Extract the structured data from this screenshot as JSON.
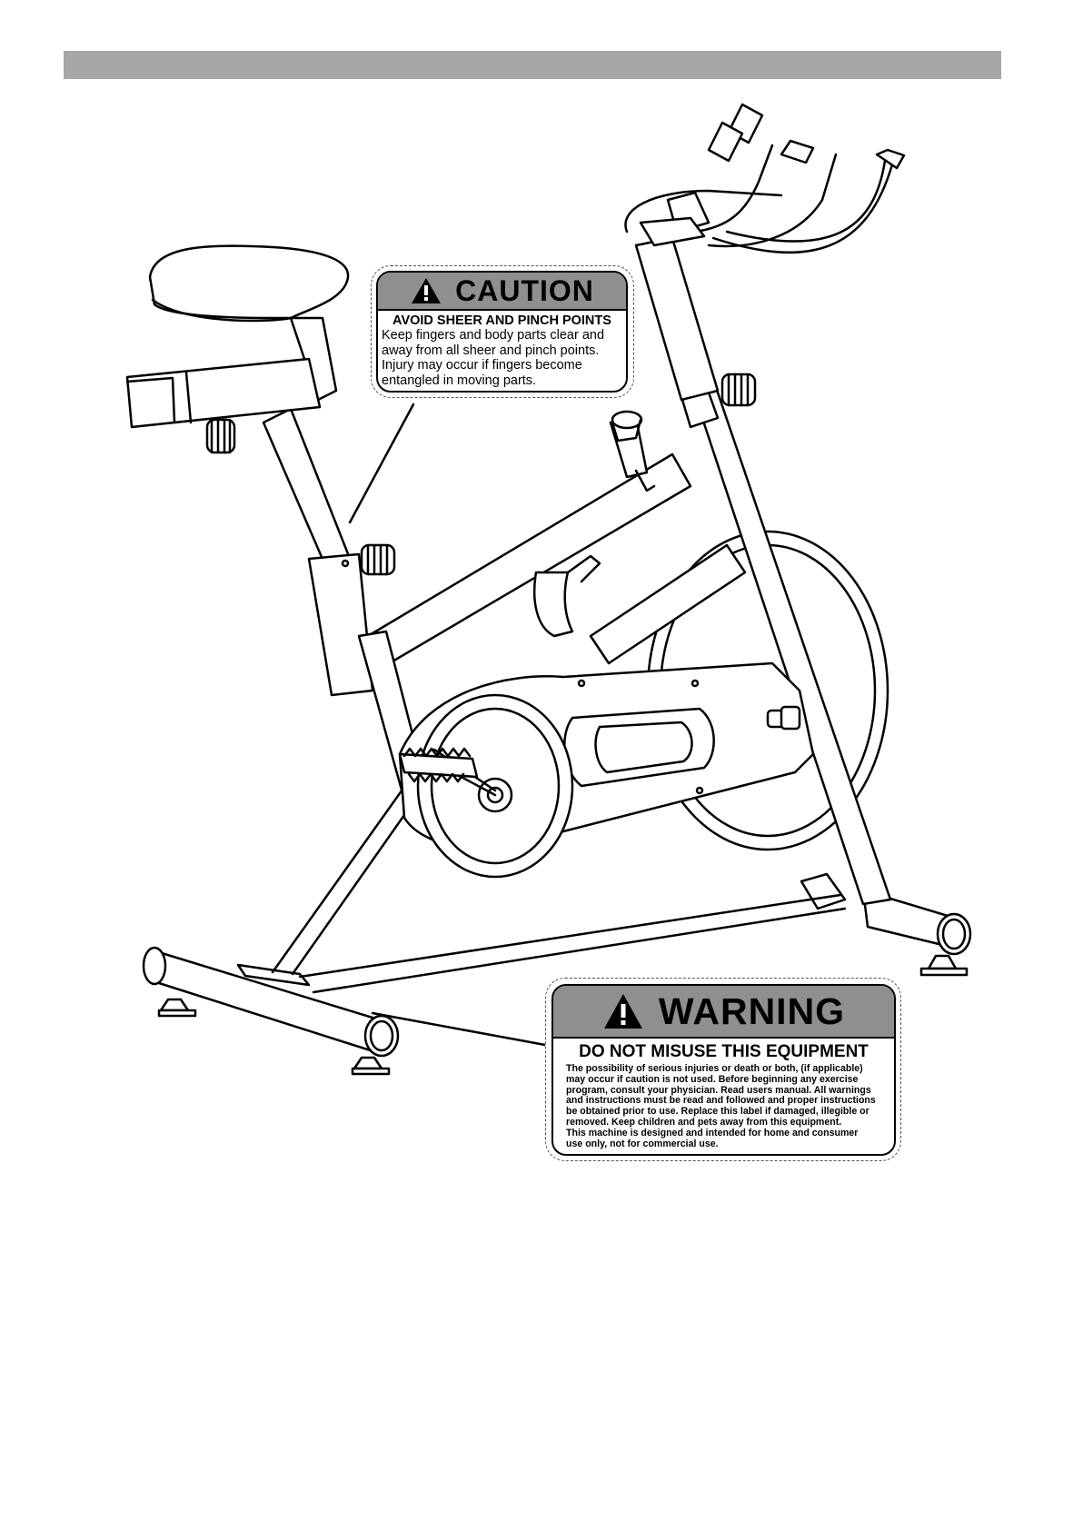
{
  "caution_label": {
    "heading": "CAUTION",
    "subheading": "AVOID SHEER AND PINCH POINTS",
    "body_lines": [
      "Keep fingers and body parts clear and",
      "away from all sheer and pinch points.",
      "Injury may occur if fingers become",
      "entangled in moving parts."
    ]
  },
  "warning_label": {
    "heading": "WARNING",
    "subheading": "DO NOT MISUSE THIS EQUIPMENT",
    "body_lines": [
      "The possibility of serious injuries or death or both, (if applicable)",
      "may occur if caution is not used. Before beginning any exercise",
      "program, consult your physician. Read users manual. All warnings",
      "and instructions must be read and followed and proper instructions",
      "be obtained prior to use. Replace this label if damaged, illegible or",
      "removed. Keep children and pets away from this equipment.",
      "This machine is designed and intended for home and consumer",
      "use only, not for commercial use."
    ]
  },
  "colors": {
    "header_bar": "#a6a6a6",
    "label_header": "#8f8f8f"
  }
}
